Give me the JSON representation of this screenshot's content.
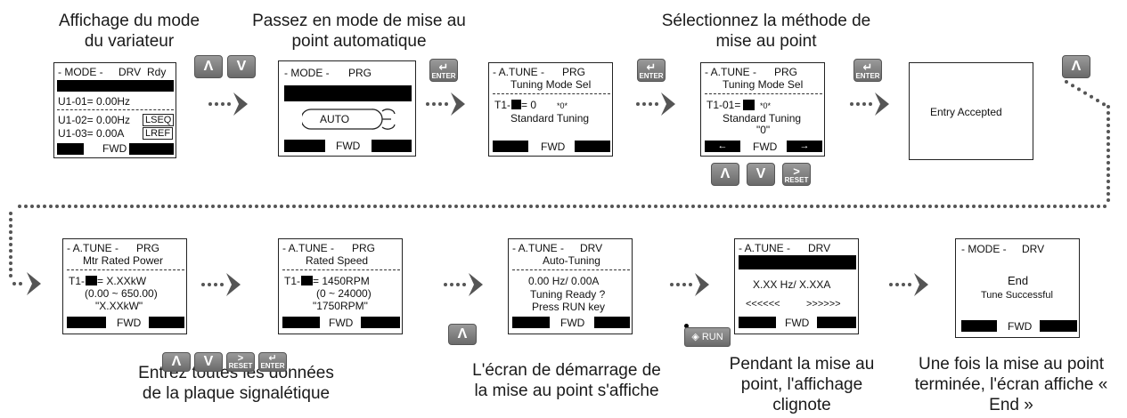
{
  "captions": {
    "c1": [
      "Affichage du mode",
      "du variateur"
    ],
    "c2": [
      "Passez en mode de mise au",
      "point automatique"
    ],
    "c3": [
      "Sélectionnez la méthode de",
      "mise au point"
    ],
    "c4": [
      "Entrez toutes les données",
      "de la plaque signalétique"
    ],
    "c5": [
      "L'écran de démarrage de",
      "la mise au point s'affiche"
    ],
    "c6": [
      "Pendant la mise au",
      "point, l'affichage",
      "clignote"
    ],
    "c7": [
      "Une fois la mise au point",
      "terminée, l'écran affiche «",
      "End »"
    ]
  },
  "screens": {
    "s1": {
      "title": "- MODE -",
      "t2": "DRV",
      "t3": "Rdy",
      "l1": "U1-01= 0.00Hz",
      "l2": "U1-02= 0.00Hz",
      "l3": "U1-03= 0.00A",
      "b1": "LSEQ",
      "b2": "LREF",
      "fwd": "FWD"
    },
    "s2": {
      "title": "- MODE -",
      "t2": "PRG",
      "auto": "AUTO",
      "fwd": "FWD"
    },
    "s3": {
      "title": "- A.TUNE -",
      "t2": "PRG",
      "l1": "Tuning Mode Sel",
      "l2a": "T1-",
      "l2b": "= 0",
      "l2c": "*0*",
      "l3": "Standard Tuning",
      "fwd": "FWD"
    },
    "s4": {
      "title": "- A.TUNE -",
      "t2": "PRG",
      "l1": "Tuning Mode Sel",
      "l2a": "T1-01=",
      "l2c": "*0*",
      "l3": "Standard Tuning",
      "l4": "\"0\"",
      "left": "←",
      "fwd": "FWD",
      "right": "→"
    },
    "s5": {
      "l1": "Entry Accepted"
    },
    "s6": {
      "title": "- A.TUNE -",
      "t2": "PRG",
      "l1": "Mtr Rated Power",
      "l2a": "T1-",
      "l2b": "= X.XXkW",
      "l3": "(0.00 ~ 650.00)",
      "l4": "\"X.XXkW\"",
      "fwd": "FWD"
    },
    "s7": {
      "title": "- A.TUNE -",
      "t2": "PRG",
      "l1": "Rated Speed",
      "l2a": "T1-",
      "l2b": "= 1450RPM",
      "l3": "(0 ~ 24000)",
      "l4": "\"1750RPM\"",
      "fwd": "FWD"
    },
    "s8": {
      "title": "- A.TUNE -",
      "t2": "DRV",
      "l1": "Auto-Tuning",
      "l2": "0.00 Hz/ 0.00A",
      "l3": "Tuning Ready ?",
      "l4": "Press RUN key",
      "fwd": "FWD"
    },
    "s9": {
      "title": "- A.TUNE -",
      "t2": "DRV",
      "l1": "X.XX Hz/ X.XXA",
      "l2a": "<<<<<<",
      "l2b": ">>>>>>",
      "fwd": "FWD"
    },
    "s10": {
      "title": "- MODE -",
      "t2": "DRV",
      "l1": "End",
      "l2": "Tune Successful",
      "fwd": "FWD"
    }
  },
  "buttons": {
    "up": "Λ",
    "down": "V",
    "enter": "ENTER",
    "reset": "RESET",
    "run": "RUN"
  }
}
